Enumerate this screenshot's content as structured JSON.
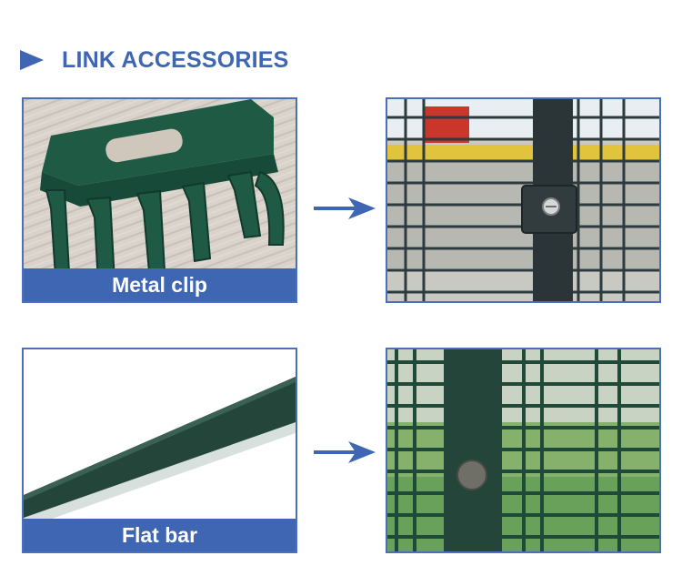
{
  "header": {
    "title": "LINK ACCESSORIES"
  },
  "items": [
    {
      "caption": "Metal clip"
    },
    {
      "caption": "Flat bar"
    }
  ],
  "colors": {
    "accent": "#3f66b3",
    "fence_green": "#1f4a3a",
    "clip_green": "#1e5a44"
  }
}
